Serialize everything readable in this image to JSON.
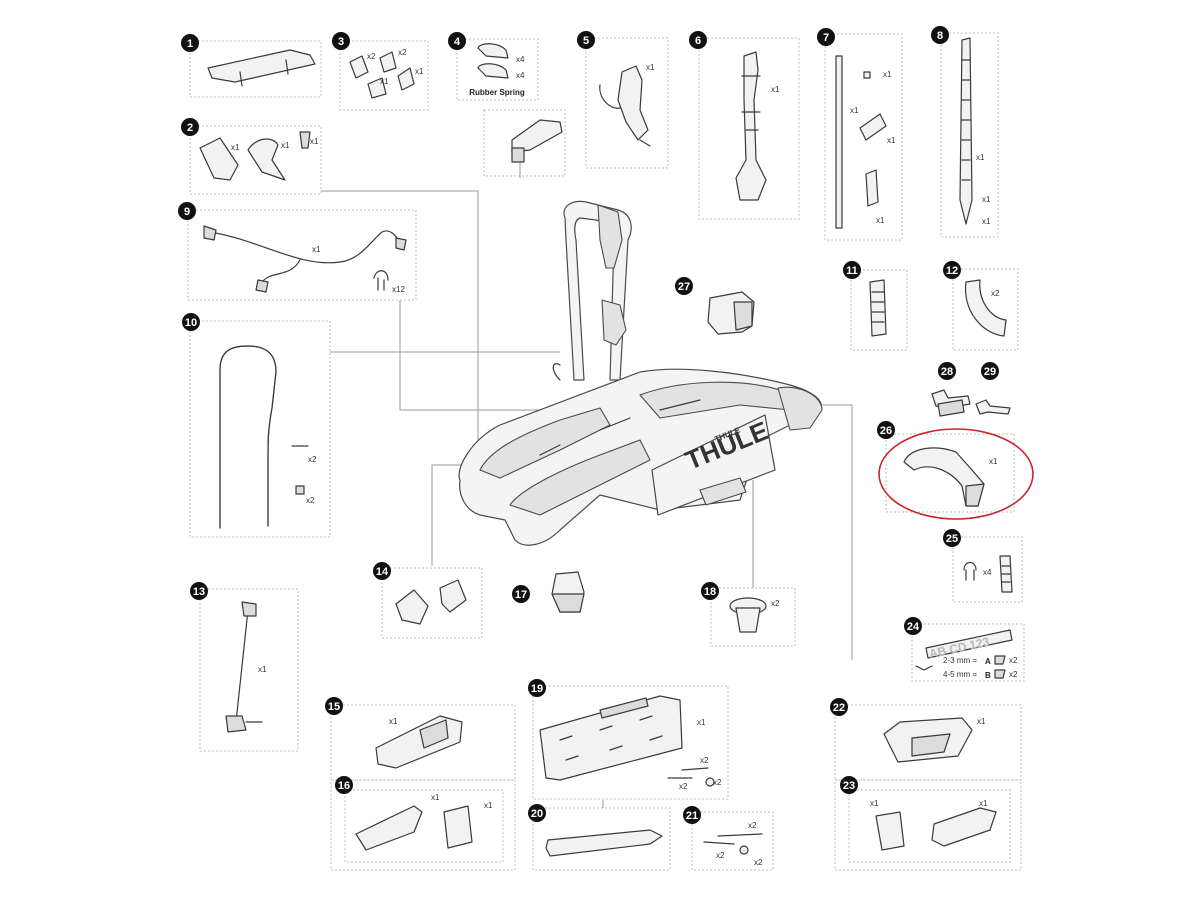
{
  "parts": [
    {
      "num": "1"
    },
    {
      "num": "2"
    },
    {
      "num": "3"
    },
    {
      "num": "4"
    },
    {
      "num": "5"
    },
    {
      "num": "6"
    },
    {
      "num": "7"
    },
    {
      "num": "8"
    },
    {
      "num": "9"
    },
    {
      "num": "10"
    },
    {
      "num": "11"
    },
    {
      "num": "12"
    },
    {
      "num": "13"
    },
    {
      "num": "14"
    },
    {
      "num": "15"
    },
    {
      "num": "16"
    },
    {
      "num": "17"
    },
    {
      "num": "18"
    },
    {
      "num": "19"
    },
    {
      "num": "20"
    },
    {
      "num": "21"
    },
    {
      "num": "22"
    },
    {
      "num": "23"
    },
    {
      "num": "24"
    },
    {
      "num": "25"
    },
    {
      "num": "26"
    },
    {
      "num": "27"
    },
    {
      "num": "28"
    },
    {
      "num": "29"
    }
  ],
  "labels": {
    "rubber_spring": "Rubber Spring",
    "plate_text": "AB CD 123",
    "size_a": "2-3 mm =",
    "size_a_letter": "A",
    "size_b": "4-5 mm =",
    "size_b_letter": "B",
    "brand": "THULE"
  },
  "qty": {
    "x1": "x1",
    "x2": "x2",
    "x4": "x4",
    "x12": "x12"
  },
  "highlight": {
    "part": "26",
    "color": "#c8262d"
  }
}
